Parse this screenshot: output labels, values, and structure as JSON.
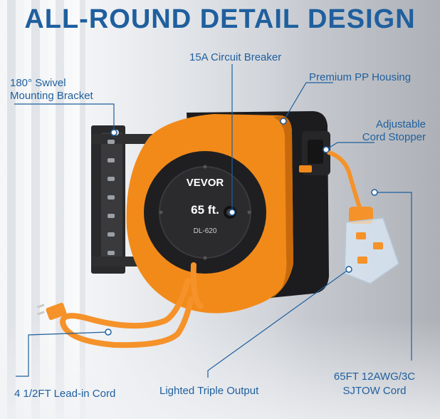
{
  "headline": "ALL-ROUND DETAIL DESIGN",
  "colors": {
    "headline": "#1f5f9e",
    "label_text": "#1f5f9e",
    "callout_line": "#1f5f9e",
    "reel_orange": "#f28a1a",
    "reel_black": "#1c1c1e",
    "cord_orange": "#f5922a"
  },
  "reel_face": {
    "brand": "VEVOR",
    "length": "65 ft.",
    "model": "DL-620"
  },
  "callouts": {
    "circuit_breaker": "15A Circuit Breaker",
    "swivel_bracket_line1": "180° Swivel",
    "swivel_bracket_line2": "Mounting Bracket",
    "housing": "Premium PP Housing",
    "stopper_line1": "Adjustable",
    "stopper_line2": "Cord Stopper",
    "cord_spec_line1": "65FT 12AWG/3C",
    "cord_spec_line2": "SJTOW Cord",
    "lead_in": "4 1/2FT Lead-in Cord",
    "triple_output": "Lighted Triple Output"
  }
}
